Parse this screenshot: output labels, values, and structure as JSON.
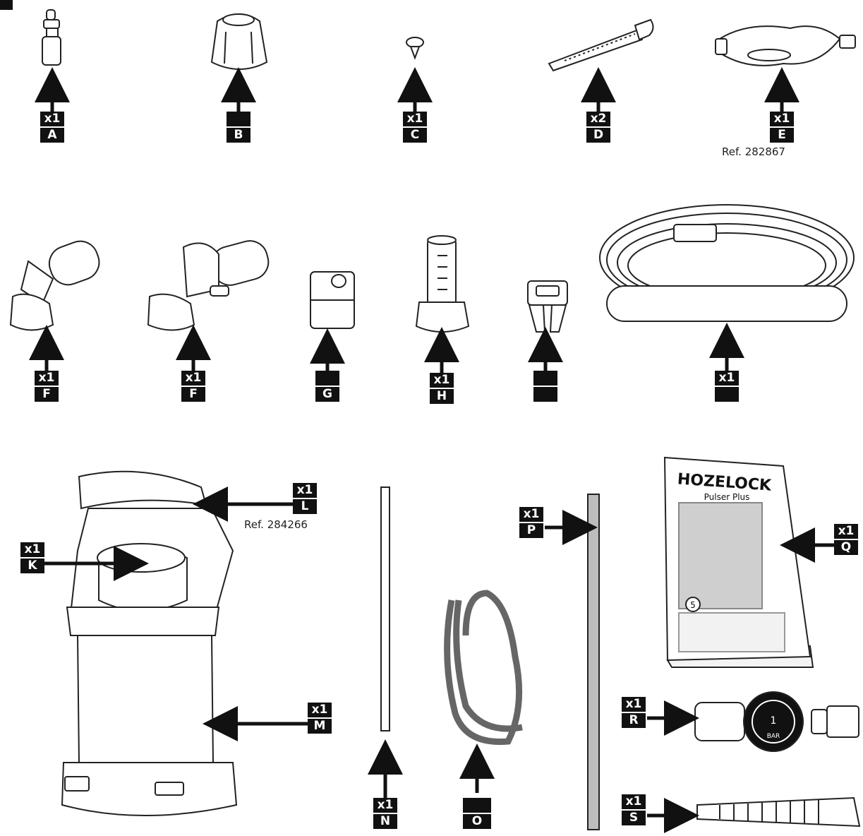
{
  "parts": [
    {
      "key": "A",
      "qty": "x1",
      "letter": "A"
    },
    {
      "key": "B",
      "qty": "",
      "letter": "B"
    },
    {
      "key": "C",
      "qty": "x1",
      "letter": "C"
    },
    {
      "key": "D",
      "qty": "x2",
      "letter": "D"
    },
    {
      "key": "E",
      "qty": "x1",
      "letter": "E",
      "ref": "Ref. 282867"
    },
    {
      "key": "F1",
      "qty": "x1",
      "letter": "F"
    },
    {
      "key": "F2",
      "qty": "x1",
      "letter": "F"
    },
    {
      "key": "G",
      "qty": "",
      "letter": "G"
    },
    {
      "key": "H",
      "qty": "x1",
      "letter": "H"
    },
    {
      "key": "I",
      "qty": "",
      "letter": ""
    },
    {
      "key": "J",
      "qty": "x1",
      "letter": ""
    },
    {
      "key": "L",
      "qty": "x1",
      "letter": "L",
      "ref": "Ref. 284266"
    },
    {
      "key": "K",
      "qty": "x1",
      "letter": "K"
    },
    {
      "key": "M",
      "qty": "x1",
      "letter": "M"
    },
    {
      "key": "N",
      "qty": "x1",
      "letter": "N"
    },
    {
      "key": "O",
      "qty": "",
      "letter": "O"
    },
    {
      "key": "P",
      "qty": "x1",
      "letter": "P"
    },
    {
      "key": "Q",
      "qty": "x1",
      "letter": "Q"
    },
    {
      "key": "R",
      "qty": "x1",
      "letter": "R"
    },
    {
      "key": "S",
      "qty": "x1",
      "letter": "S"
    }
  ],
  "manual": {
    "brand": "HOZELOCK",
    "title": "Pulser Plus",
    "page_badge": "5"
  },
  "gauge": {
    "value": "1",
    "unit": "BAR"
  }
}
